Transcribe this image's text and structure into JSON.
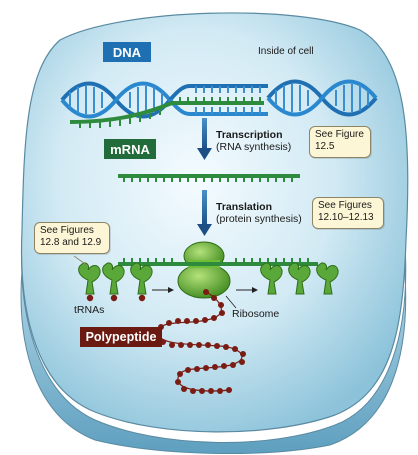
{
  "labels": {
    "inside_cell": "Inside of cell",
    "dna": "DNA",
    "mrna": "mRNA",
    "transcription_title": "Transcription",
    "transcription_sub": "(RNA synthesis)",
    "translation_title": "Translation",
    "translation_sub": "(protein synthesis)",
    "trnas": "tRNAs",
    "ribosome": "Ribosome",
    "polypeptide": "Polypeptide"
  },
  "callouts": {
    "transcription": [
      "See Figure",
      "12.5"
    ],
    "translation": [
      "See Figures",
      "12.10–12.13"
    ],
    "trna": [
      "See Figures",
      "12.8 and 12.9"
    ]
  },
  "colors": {
    "dna_tag": "#1f6fb3",
    "mrna_tag": "#226b3a",
    "polypeptide_tag": "#6b1a12",
    "mrna_strand": "#2e8b3e",
    "dna_strand": "#2a7fc4",
    "arrow": "#1f5f9e",
    "ribosome": "#5fae2e",
    "bead": "#7a1c14",
    "cell_fill": "#a9d4e6",
    "callout_fill": "#fdf6d6"
  }
}
